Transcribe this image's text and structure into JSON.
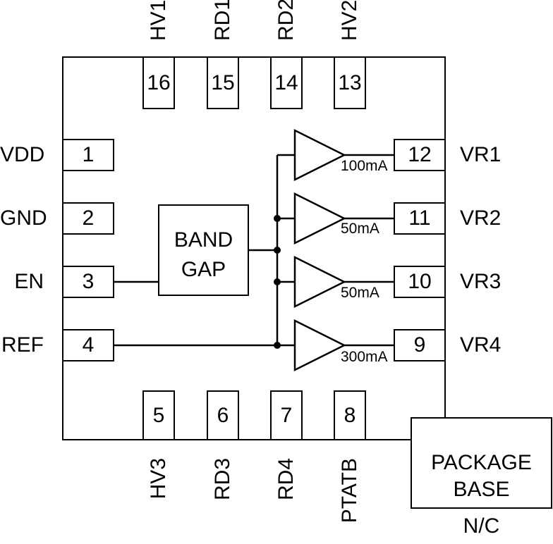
{
  "diagram": {
    "band_gap": {
      "line1": "BAND",
      "line2": "GAP"
    },
    "package_base": {
      "line1": "PACKAGE",
      "line2": "BASE",
      "note": "N/C"
    },
    "pins": {
      "top": [
        {
          "number": "16",
          "label": "HV1"
        },
        {
          "number": "15",
          "label": "RD1"
        },
        {
          "number": "14",
          "label": "RD2"
        },
        {
          "number": "13",
          "label": "HV2"
        }
      ],
      "bottom": [
        {
          "number": "5",
          "label": "HV3"
        },
        {
          "number": "6",
          "label": "RD3"
        },
        {
          "number": "7",
          "label": "RD4"
        },
        {
          "number": "8",
          "label": "PTATB"
        }
      ],
      "left": [
        {
          "number": "1",
          "label": "VDD"
        },
        {
          "number": "2",
          "label": "GND"
        },
        {
          "number": "3",
          "label": "EN"
        },
        {
          "number": "4",
          "label": "REF"
        }
      ],
      "right": [
        {
          "number": "12",
          "label": "VR1"
        },
        {
          "number": "11",
          "label": "VR2"
        },
        {
          "number": "10",
          "label": "VR3"
        },
        {
          "number": "9",
          "label": "VR4"
        }
      ]
    },
    "regulators": [
      {
        "pin": "12",
        "output": "VR1",
        "current": "100mA"
      },
      {
        "pin": "11",
        "output": "VR2",
        "current": "50mA"
      },
      {
        "pin": "10",
        "output": "VR3",
        "current": "50mA"
      },
      {
        "pin": "9",
        "output": "VR4",
        "current": "300mA"
      }
    ],
    "colors": {
      "line": "#000000",
      "background": "#ffffff"
    }
  }
}
